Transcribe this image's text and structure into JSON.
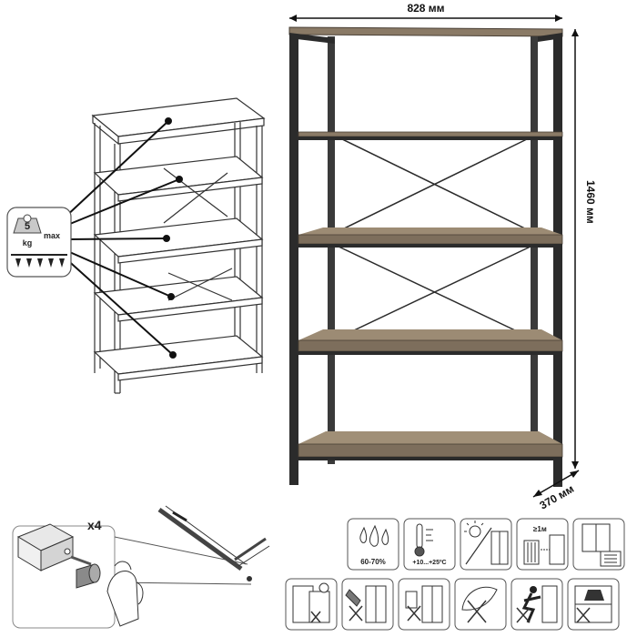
{
  "dimensions": {
    "width": "828 мм",
    "height": "1460 мм",
    "depth": "370 мм"
  },
  "load": {
    "weight_value": "5",
    "weight_unit": "kg",
    "max_label": "max"
  },
  "hardware": {
    "quantity": "x4"
  },
  "care_icons": {
    "humidity": "60-70%",
    "temperature": "+10...+25ºC",
    "distance": "≥1м"
  },
  "colors": {
    "frame": "#2b2b2b",
    "shelf_wood": "#8a7a66",
    "shelf_edge": "#6e6152",
    "icon_border": "#555555",
    "icon_fill": "#e6e6e6"
  }
}
